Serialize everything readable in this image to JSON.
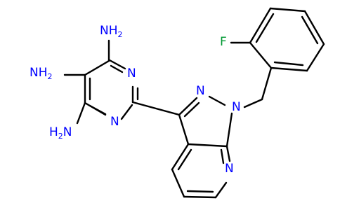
{
  "colors": {
    "atom_N": "#0000ff",
    "atom_F": "#009933",
    "bond": "#000000",
    "background": "#ffffff"
  },
  "molecule": {
    "atoms": {
      "nh2_top": {
        "main": "NH",
        "sub": "2"
      },
      "nh2_mid": {
        "main": "NH",
        "sub": "2"
      },
      "nh2_low": {
        "pre": "H",
        "sub": "2",
        "post": "N"
      },
      "n_pyr_a": "N",
      "n_pyr_b": "N",
      "n_pz_2": "N",
      "n_pz_1": "N",
      "n_pyridine": "N",
      "fluorine": "F"
    }
  }
}
